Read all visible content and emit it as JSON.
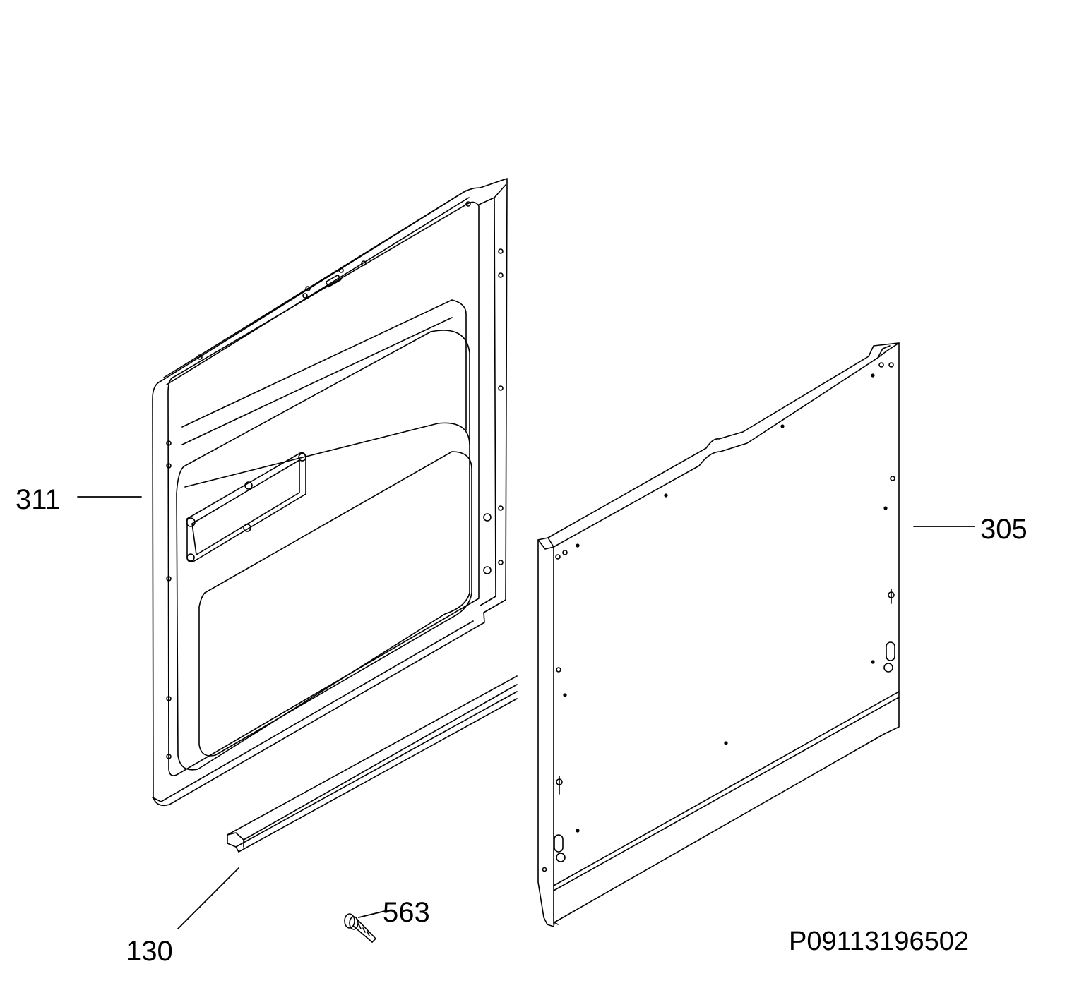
{
  "parts": [
    {
      "id": "311",
      "label": "311"
    },
    {
      "id": "305",
      "label": "305"
    },
    {
      "id": "130",
      "label": "130"
    },
    {
      "id": "563",
      "label": "563"
    }
  ],
  "drawing_code": "P09113196502",
  "colors": {
    "line": "#000000",
    "background": "#ffffff"
  }
}
